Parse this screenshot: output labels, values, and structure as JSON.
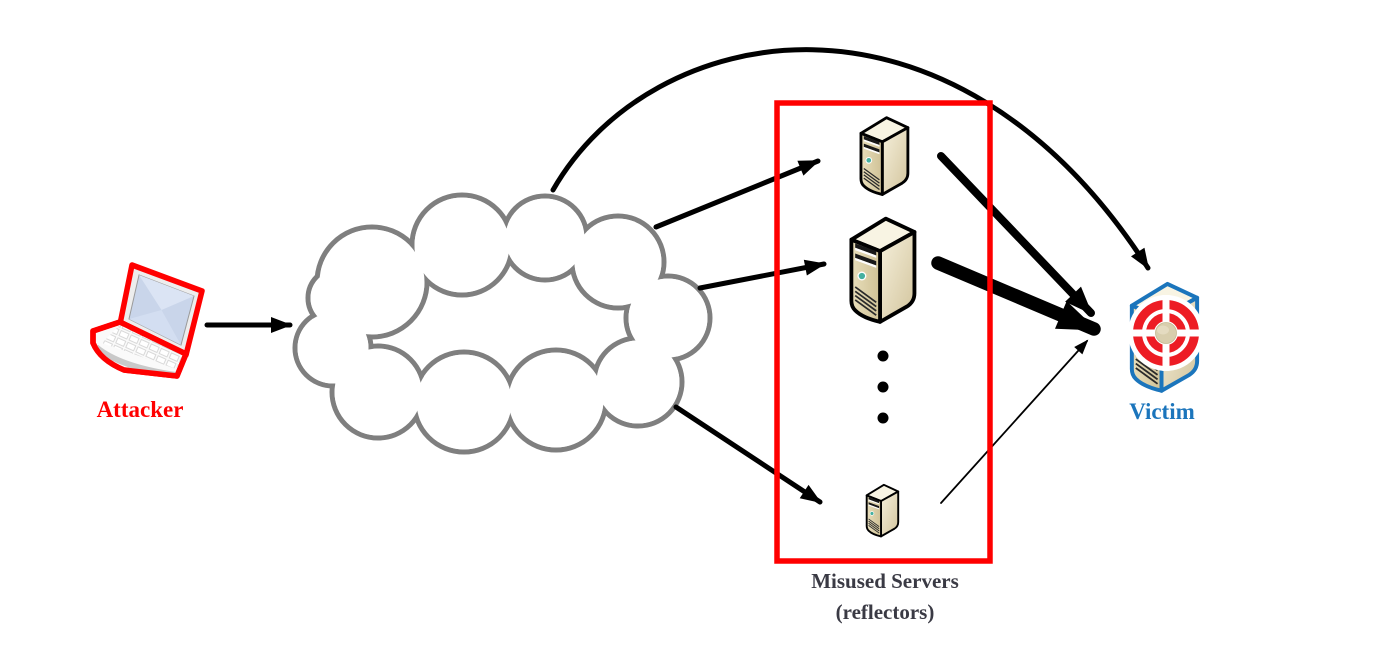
{
  "diagram_type": "ddos-reflection-attack",
  "colors": {
    "accent_red": "#ff0000",
    "victim_blue": "#1b75bc",
    "label_dark": "#3a3a44",
    "cloud_gray": "#7f7f7f",
    "arrow_black": "#000000",
    "bullseye_red": "#ed1c24",
    "server_beige": "#e6dcb8"
  },
  "nodes": {
    "attacker": {
      "label": "Attacker",
      "icon": "laptop-icon",
      "outline_color": "#ff0000"
    },
    "network": {
      "icon": "cloud-icon",
      "label": ""
    },
    "reflectors": {
      "label_line1": "Misused Servers",
      "label_line2": "(reflectors)",
      "icon": "server-tower-icon",
      "servers_shown": 3,
      "ellipsis": "vertical-dots",
      "box_color": "#ff0000"
    },
    "victim": {
      "label": "Victim",
      "icon": "targeted-server-icon",
      "outline_color": "#1b75bc"
    }
  },
  "edges": [
    {
      "from": "attacker",
      "to": "network",
      "style": "straight-arrow",
      "weight": "medium"
    },
    {
      "from": "network",
      "to": "reflector-1",
      "style": "straight-arrow",
      "weight": "medium"
    },
    {
      "from": "network",
      "to": "reflector-2",
      "style": "straight-arrow",
      "weight": "medium"
    },
    {
      "from": "network",
      "to": "reflector-n",
      "style": "straight-arrow",
      "weight": "medium"
    },
    {
      "from": "network",
      "to": "victim",
      "style": "curved-arrow-over-top",
      "weight": "medium"
    },
    {
      "from": "reflector-1",
      "to": "victim",
      "style": "straight-arrow",
      "weight": "heavy"
    },
    {
      "from": "reflector-2",
      "to": "victim",
      "style": "straight-arrow",
      "weight": "very-heavy"
    },
    {
      "from": "reflector-n",
      "to": "victim",
      "style": "straight-arrow",
      "weight": "light"
    }
  ]
}
